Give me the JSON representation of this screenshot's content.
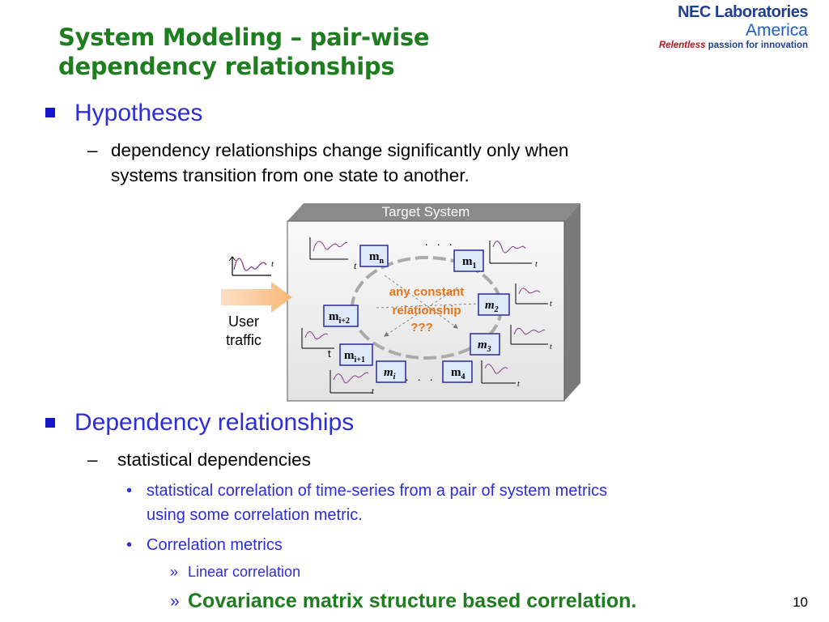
{
  "title": {
    "line1": "System Modeling – pair-wise",
    "line2": "dependency relationships"
  },
  "logo": {
    "main": "NEC Laboratories",
    "sub": "America",
    "tag_emph": "Relentless",
    "tag_rest": " passion for innovation"
  },
  "bullets": {
    "hypotheses": {
      "label": "Hypotheses",
      "dash": "–",
      "text_line1": "dependency relationships change significantly only when",
      "text_line2": "systems transition from one state to another."
    },
    "dependency": {
      "label": "Dependency relationships",
      "dash": "–",
      "sub": "statistical dependencies",
      "items": [
        {
          "marker": "•",
          "line1": "statistical correlation of time-series from a pair of system metrics",
          "line2": "using some correlation metric."
        },
        {
          "marker": "•",
          "line1": "Correlation metrics"
        }
      ],
      "sub_items": [
        {
          "marker": "»",
          "text": "Linear correlation"
        },
        {
          "marker": "»",
          "text": "Covariance matrix structure based correlation."
        }
      ]
    }
  },
  "diagram": {
    "box_title": "Target System",
    "user_label_line1": "User",
    "user_label_line2": "traffic",
    "center_line1": "any constant",
    "center_line2": "relationship",
    "center_line3": "???",
    "t_label": "t",
    "dots": ". . .",
    "metrics": {
      "mn": {
        "base": "m",
        "sub": "n"
      },
      "m1": {
        "base": "m",
        "sub": "1"
      },
      "m2": {
        "base": "m",
        "sub": "2"
      },
      "m3": {
        "base": "m",
        "sub": "3"
      },
      "m4": {
        "base": "m",
        "sub": "4"
      },
      "mi": {
        "base": "m",
        "sub": "i"
      },
      "mi1": {
        "base": "m",
        "sub": "i+1"
      },
      "mi2": {
        "base": "m",
        "sub": "i+2"
      }
    },
    "colors": {
      "accent": "#e8741a",
      "box_border": "#2a2a9a",
      "box_fill": "#dde8f8",
      "arrow": "#f8c290"
    }
  },
  "page_number": "10"
}
